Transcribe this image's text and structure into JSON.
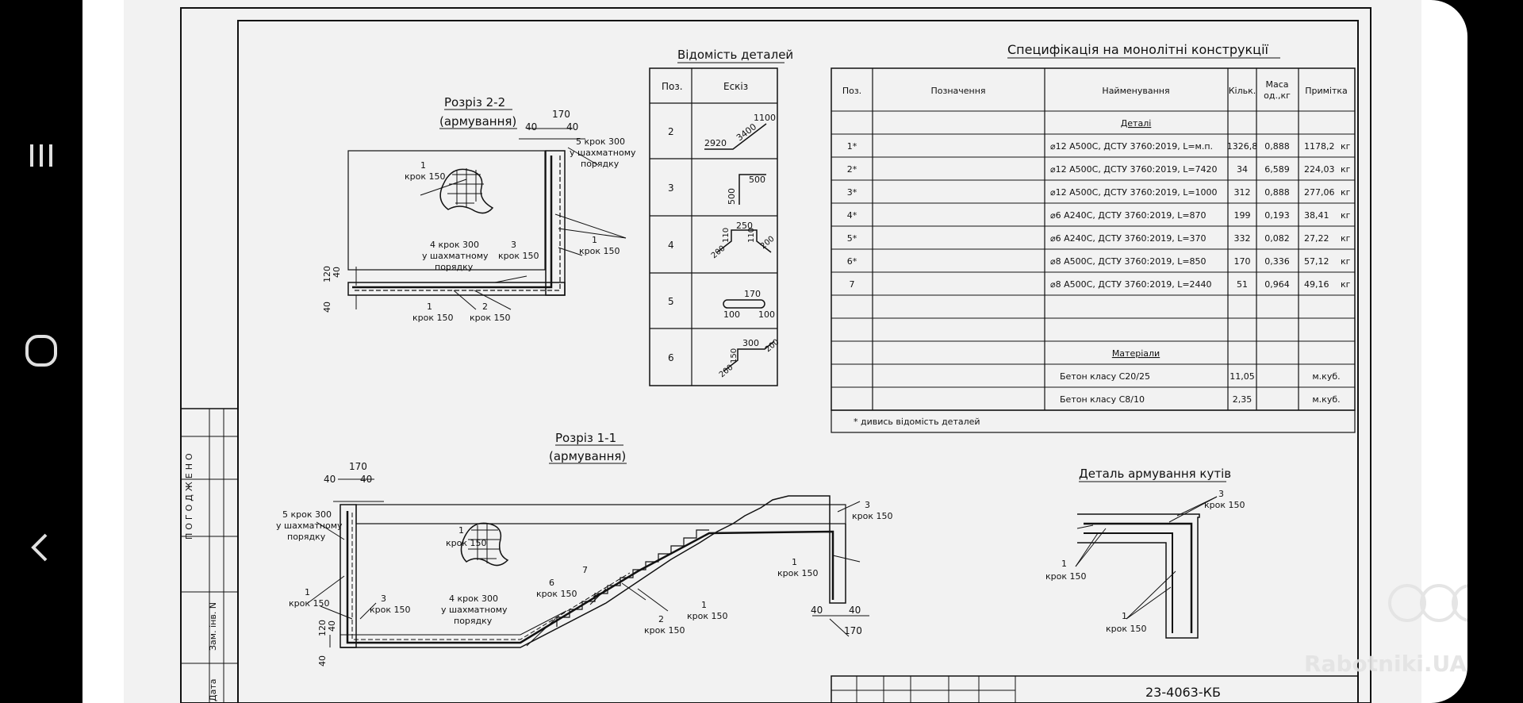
{
  "viewer": {
    "nav": {
      "recents_icon": "recent-apps-icon",
      "home_icon": "home-icon",
      "back_icon": "back-icon"
    },
    "watermark": "Rabotniki.UA"
  },
  "drawing": {
    "section22": {
      "title": "Розріз 2-2",
      "subtitle": "(армування)",
      "labels": [
        "170",
        "40",
        "40",
        "5 крок 300",
        "у шахматному",
        "порядку",
        "1",
        "крок 150",
        "1",
        "крок 150",
        "4 крок 300",
        "у шахматному",
        "порядку",
        "3",
        "крок 150",
        "120",
        "40",
        "40",
        "1",
        "крок 150",
        "2",
        "крок 150"
      ]
    },
    "section11": {
      "title": "Розріз 1-1",
      "subtitle": "(армування)",
      "labels": [
        "170",
        "40",
        "40",
        "5 крок 300",
        "у шахматному",
        "порядку",
        "1",
        "крок 150",
        "1",
        "крок 150",
        "3",
        "крок 150",
        "4 крок 300",
        "у шахматному",
        "порядку",
        "6",
        "крок 150",
        "7",
        "2",
        "крок 150",
        "1",
        "крок 150",
        "3",
        "крок 150",
        "1",
        "крок 150",
        "40",
        "40",
        "170",
        "120",
        "40",
        "40"
      ]
    },
    "bending": {
      "title": "Відомість деталей",
      "headers": [
        "Поз.",
        "Ескіз"
      ],
      "rows": [
        {
          "pos": "2",
          "dims": [
            "2920",
            "3400",
            "1100"
          ]
        },
        {
          "pos": "3",
          "dims": [
            "500",
            "500"
          ]
        },
        {
          "pos": "4",
          "dims": [
            "250",
            "110",
            "110",
            "200",
            "200"
          ]
        },
        {
          "pos": "5",
          "dims": [
            "170",
            "100",
            "100"
          ]
        },
        {
          "pos": "6",
          "dims": [
            "300",
            "150",
            "200",
            "200"
          ]
        }
      ]
    },
    "spec": {
      "title": "Специфікація на монолітні конструкції",
      "headers": [
        "Поз.",
        "Позначення",
        "Найменування",
        "Кільк.",
        "Маса",
        "од.,кг",
        "Примітка"
      ],
      "group1": "Деталі",
      "rows": [
        {
          "pos": "1*",
          "name": "⌀12 А500С, ДСТУ 3760:2019, L=м.п.",
          "qty": "1326,8",
          "mass": "0,888",
          "note": "1178,2",
          "unit": "кг"
        },
        {
          "pos": "2*",
          "name": "⌀12 А500С, ДСТУ 3760:2019, L=7420",
          "qty": "34",
          "mass": "6,589",
          "note": "224,03",
          "unit": "кг"
        },
        {
          "pos": "3*",
          "name": "⌀12 А500С, ДСТУ 3760:2019, L=1000",
          "qty": "312",
          "mass": "0,888",
          "note": "277,06",
          "unit": "кг"
        },
        {
          "pos": "4*",
          "name": "⌀6 А240С, ДСТУ 3760:2019, L=870",
          "qty": "199",
          "mass": "0,193",
          "note": "38,41",
          "unit": "кг"
        },
        {
          "pos": "5*",
          "name": "⌀6 А240С, ДСТУ 3760:2019, L=370",
          "qty": "332",
          "mass": "0,082",
          "note": "27,22",
          "unit": "кг"
        },
        {
          "pos": "6*",
          "name": "⌀8 А500С, ДСТУ 3760:2019, L=850",
          "qty": "170",
          "mass": "0,336",
          "note": "57,12",
          "unit": "кг"
        },
        {
          "pos": "7",
          "name": "⌀8 А500С, ДСТУ 3760:2019, L=2440",
          "qty": "51",
          "mass": "0,964",
          "note": "49,16",
          "unit": "кг"
        }
      ],
      "group2": "Матеріали",
      "materials": [
        {
          "name": "Бетон класу С20/25",
          "qty": "11,05",
          "note": "м.куб."
        },
        {
          "name": "Бетон класу С8/10",
          "qty": "2,35",
          "note": "м.куб."
        }
      ],
      "footnote": "* дивись відомість деталей"
    },
    "corner": {
      "title": "Деталь армування кутів",
      "labels": [
        "3",
        "крок 150",
        "1",
        "крок 150",
        "1",
        "крок 150"
      ]
    },
    "stamp": {
      "agreed": "ПОГОДЖЕНО",
      "zam": "Зам. інв. N",
      "date": "Дата",
      "code": "23-4063-КБ"
    }
  }
}
